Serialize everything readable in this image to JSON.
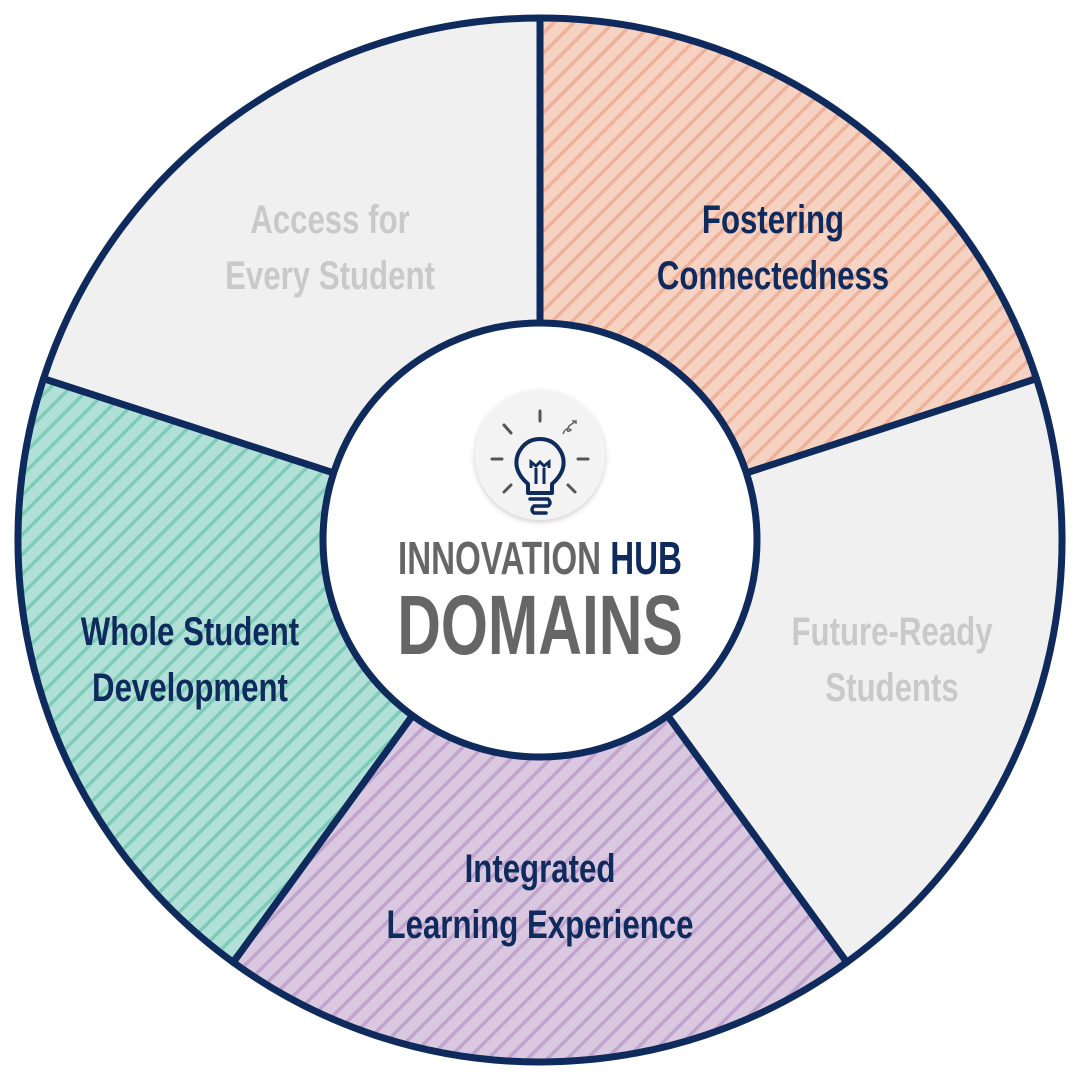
{
  "title": {
    "line1_gray": "INNOVATION",
    "line1_navy": "HUB",
    "line2": "DOMAINS"
  },
  "colors": {
    "navy": "#0f2a5c",
    "gray_segment": "#f0f0f0",
    "gray_text": "#c9c9c9",
    "peach": "#f6d2c2",
    "teal": "#b0e0d6",
    "purple": "#d9c8e0"
  },
  "segments": [
    {
      "line1": "Access for",
      "line2": "Every Student",
      "state": "inactive"
    },
    {
      "line1": "Fostering",
      "line2": "Connectedness",
      "state": "active"
    },
    {
      "line1": "Future-Ready",
      "line2": "Students",
      "state": "inactive"
    },
    {
      "line1": "Integrated",
      "line2": "Learning Experience",
      "state": "active"
    },
    {
      "line1": "Whole Student",
      "line2": "Development",
      "state": "active"
    }
  ],
  "center_icon": "lightbulb-icon"
}
